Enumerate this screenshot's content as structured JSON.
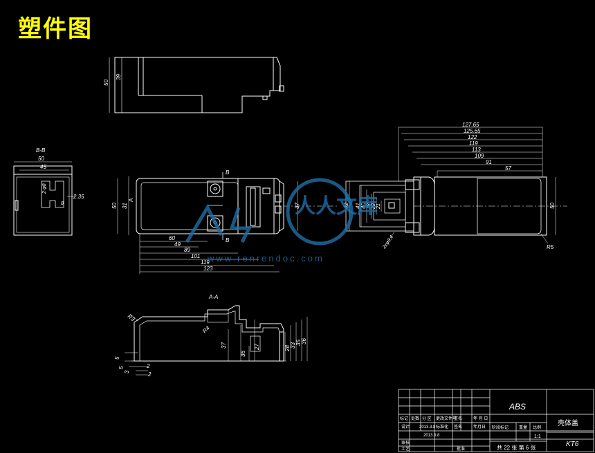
{
  "title": "塑件图",
  "top_view": {
    "dims": [
      "50",
      "39"
    ]
  },
  "section_bb": {
    "label": "B-B",
    "dims": [
      "50",
      "45",
      "2-φ8",
      "2.35",
      "8"
    ]
  },
  "main_view": {
    "section_mark": "B",
    "view_arrow": "A",
    "dim_left_outer": "50",
    "dim_left_inner": "31",
    "dim_right": "37",
    "bottom_dims": [
      "60",
      "49",
      "89",
      "101",
      "119",
      "123"
    ]
  },
  "side_view": {
    "top_dims": [
      "127.65",
      "125.65",
      "122",
      "119",
      "113",
      "109",
      "91",
      "57"
    ],
    "left_dims": [
      "42",
      "41",
      "40",
      "28",
      "22",
      "21"
    ],
    "right_dim": "50",
    "notes": [
      "2xφ3.4",
      "R5"
    ]
  },
  "section_aa": {
    "label": "A-A",
    "notes": [
      "R3",
      "R4"
    ],
    "left_dims": [
      "5",
      "5",
      "3"
    ],
    "bottom_dims": [
      "2",
      "2"
    ],
    "dims": [
      "37",
      "36",
      "27",
      "28",
      "33",
      "35",
      "36"
    ]
  },
  "title_block": {
    "material": "ABS",
    "part_name": "壳体盖",
    "drawing_no": "KT6",
    "scale": "1:1",
    "sheets": "共 22 张  第 6 张",
    "col_headers": [
      "标记",
      "处数",
      "分 区",
      "更改文件号",
      "签名",
      "年 月 日"
    ],
    "row_labels": [
      "设计",
      "审核",
      "工艺"
    ],
    "dates": [
      "2013.3.8",
      "2013.3.8"
    ],
    "std_labels": [
      "标准化",
      "签名",
      "年月日"
    ],
    "approve": "批准",
    "stage_headers": [
      "阶段标记",
      "重量",
      "比例"
    ]
  },
  "watermark": {
    "text": "www.renrendoc.com",
    "glyph": "人人文库"
  }
}
